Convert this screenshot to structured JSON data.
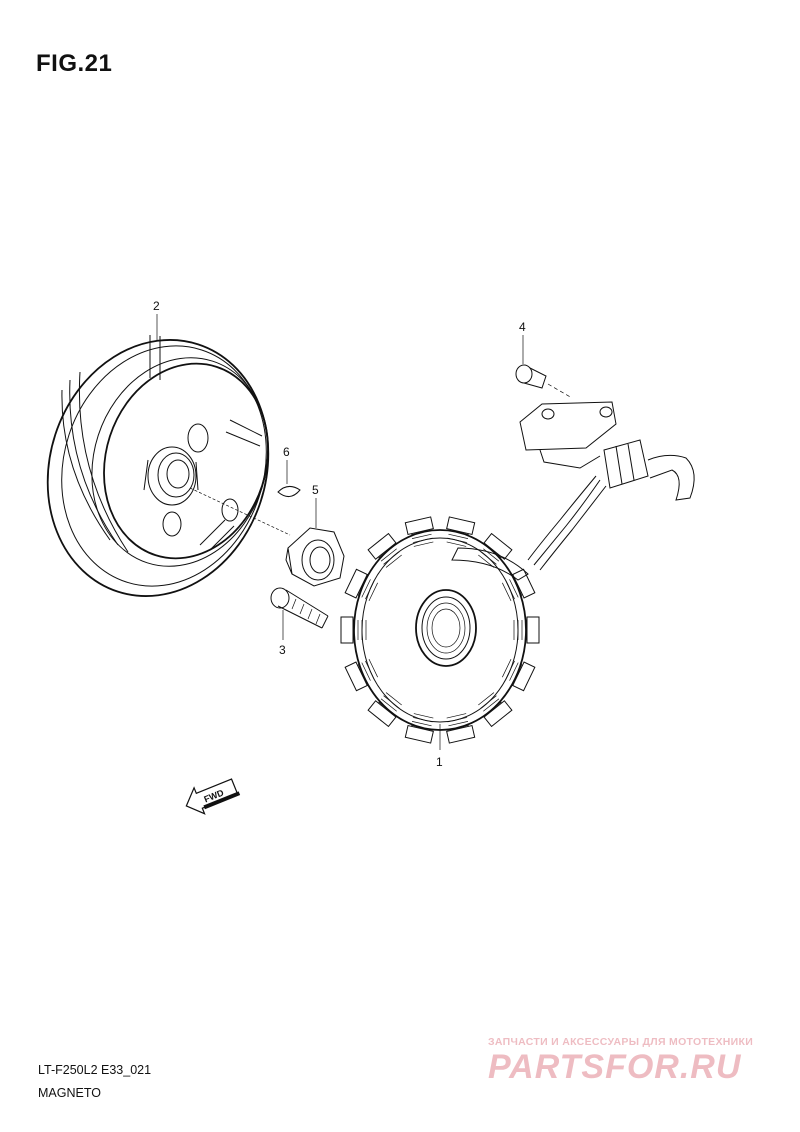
{
  "figure": {
    "title": "FIG.21"
  },
  "footer": {
    "model_code": "LT-F250L2 E33_021",
    "section_name": "MAGNETO"
  },
  "direction_marker": {
    "label": "FWD"
  },
  "parts": [
    {
      "ref": "1",
      "part": "stator"
    },
    {
      "ref": "2",
      "part": "flywheel-rotor"
    },
    {
      "ref": "3",
      "part": "stator-bolt"
    },
    {
      "ref": "4",
      "part": "sensor-screw"
    },
    {
      "ref": "5",
      "part": "rotor-nut"
    },
    {
      "ref": "6",
      "part": "woodruff-key"
    }
  ],
  "watermark": {
    "tagline": "ЗАПЧАСТИ И АКСЕССУАРЫ ДЛЯ МОТОТЕХНИКИ",
    "brand": "PARTSFOR.RU"
  },
  "colors": {
    "ink": "#111111",
    "paper": "#ffffff",
    "watermark": "#cc3344"
  }
}
